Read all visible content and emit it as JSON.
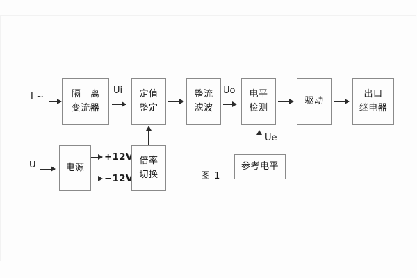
{
  "figure": {
    "caption": "图 1",
    "background_color": "#fdfdfd",
    "block_border_color": "#8a8a8a",
    "connector_color": "#2b2b2b"
  },
  "inputs": [
    {
      "id": "current-input",
      "label": "I ~"
    },
    {
      "id": "voltage-input",
      "label": "U"
    }
  ],
  "blocks": [
    {
      "id": "isolation-transformer",
      "line1": "隔 离",
      "line2": "变流器"
    },
    {
      "id": "setting-adjustment",
      "line1": "定值",
      "line2": "整定"
    },
    {
      "id": "rectifier-filter",
      "line1": "整流",
      "line2": "滤波"
    },
    {
      "id": "level-detection",
      "line1": "电平",
      "line2": "检测"
    },
    {
      "id": "driver",
      "line1": "驱动",
      "line2": ""
    },
    {
      "id": "output-relay",
      "line1": "出口",
      "line2": "继电器"
    },
    {
      "id": "power-supply",
      "line1": "电源",
      "line2": ""
    },
    {
      "id": "multiplier-switch",
      "line1": "倍率",
      "line2": "切换"
    },
    {
      "id": "reference-level",
      "line1": "参考电平",
      "line2": ""
    }
  ],
  "signals": [
    {
      "id": "ui",
      "label": "Ui"
    },
    {
      "id": "uo",
      "label": "Uo"
    },
    {
      "id": "ue",
      "label": "Ue"
    }
  ],
  "rails": [
    {
      "id": "positive-rail",
      "label": "+12V"
    },
    {
      "id": "negative-rail",
      "label": "−12V"
    }
  ]
}
